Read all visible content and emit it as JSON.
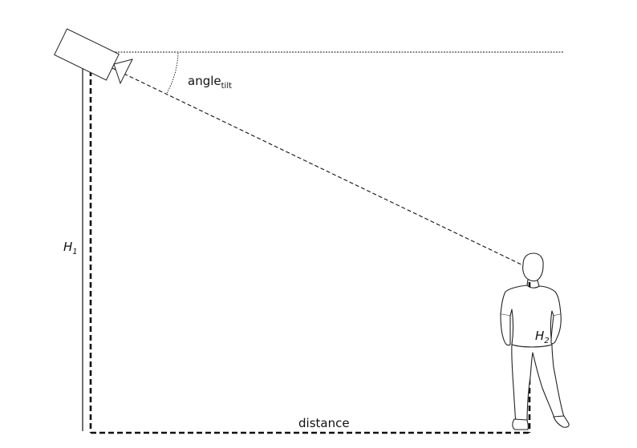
{
  "labels": {
    "angle": "angle",
    "angle_sub": "tilt",
    "h1_main": "H",
    "h1_sub": "1",
    "h2_main": "H",
    "h2_sub": "2",
    "distance": "distance"
  }
}
